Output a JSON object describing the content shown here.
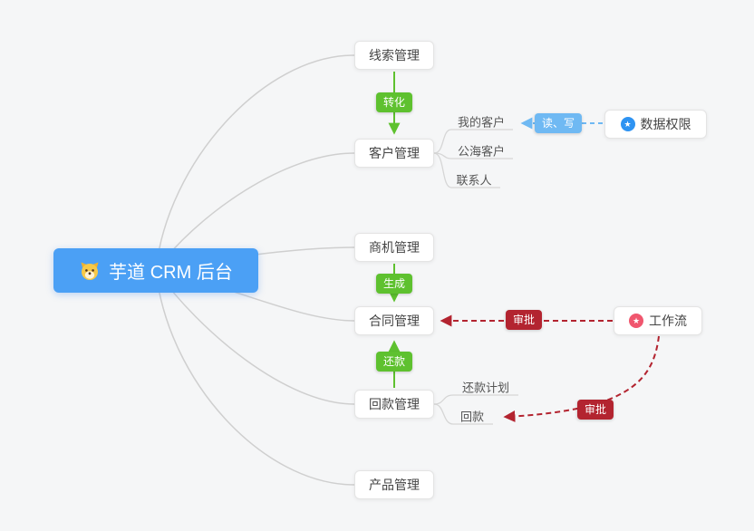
{
  "root": {
    "label": "芋道 CRM 后台",
    "icon": "shiba-dog"
  },
  "nodes": {
    "leads": {
      "label": "线索管理"
    },
    "customers": {
      "label": "客户管理"
    },
    "opportunities": {
      "label": "商机管理"
    },
    "contracts": {
      "label": "合同管理"
    },
    "payments": {
      "label": "回款管理"
    },
    "products": {
      "label": "产品管理"
    },
    "data_permission": {
      "label": "数据权限",
      "icon_glyph": "★"
    },
    "workflow": {
      "label": "工作流",
      "icon_glyph": "★"
    }
  },
  "subitems": {
    "my_customers": {
      "label": "我的客户"
    },
    "public_customers": {
      "label": "公海客户"
    },
    "contacts": {
      "label": "联系人"
    },
    "repayment_plan": {
      "label": "还款计划"
    },
    "repayment": {
      "label": "回款"
    }
  },
  "edge_labels": {
    "convert": "转化",
    "read_write": "读、写",
    "generate": "生成",
    "repay": "还款",
    "approve_contract": "审批",
    "approve_payment": "审批"
  },
  "colors": {
    "root_bg": "#4BA0F5",
    "green": "#5EC12F",
    "blue": "#6FB9F3",
    "red": "#B32430",
    "node_border": "#E4E4E4",
    "connector_gray": "#CFCFCF",
    "background": "#F5F6F7",
    "data_permission_icon": "#2E93F2",
    "workflow_icon": "#F0566E"
  }
}
